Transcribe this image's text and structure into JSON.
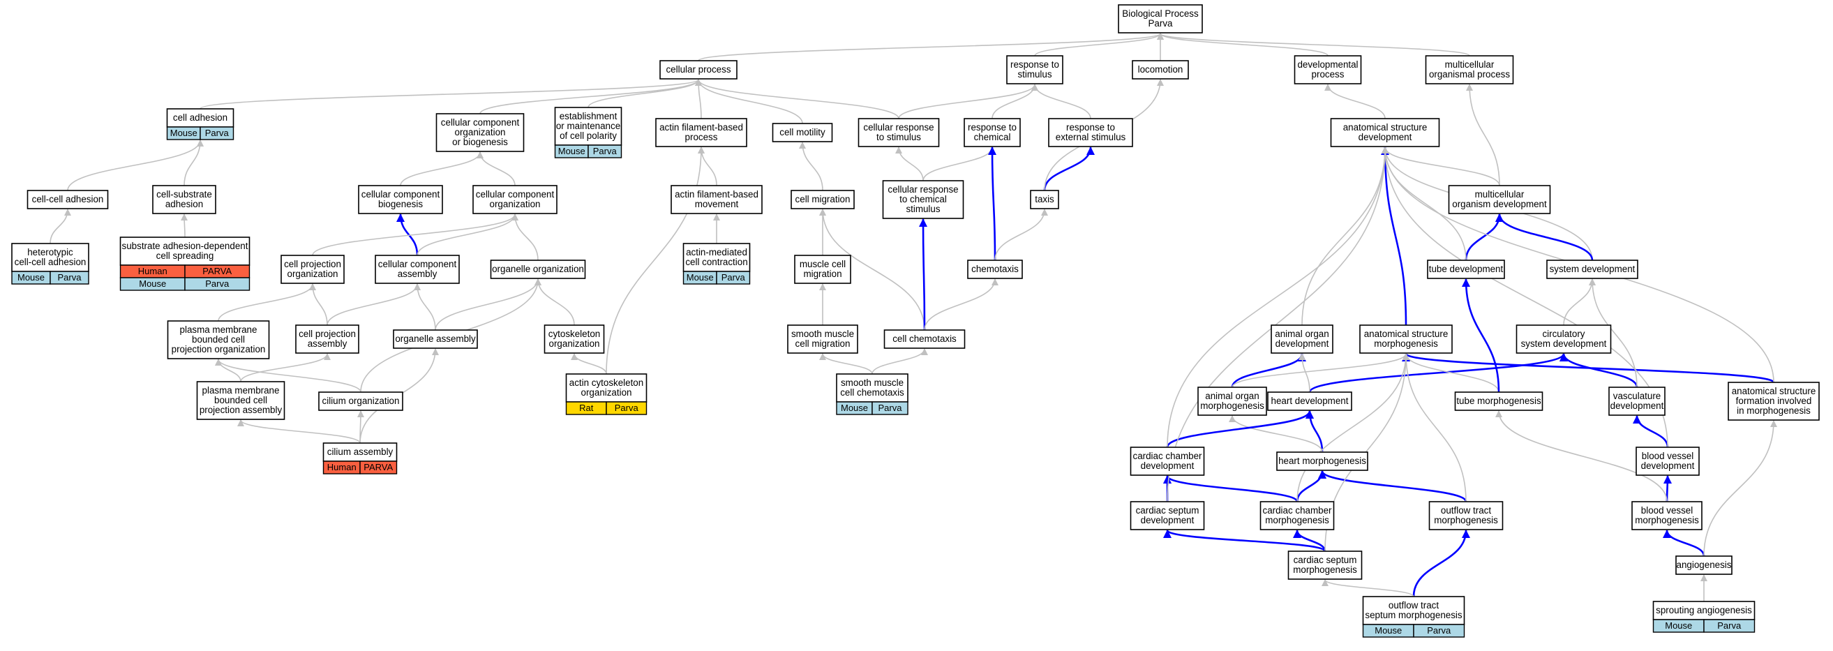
{
  "colors": {
    "mouse": "#add8e6",
    "human": "#fa6040",
    "rat": "#ffd700",
    "node_border": "#000000",
    "edge_gray": "#c0c0c0",
    "edge_blue": "#0000ff"
  },
  "nodes": [
    {
      "id": "root",
      "lines": [
        "Biological Process",
        "Parva"
      ]
    },
    {
      "id": "cellular_process",
      "lines": [
        "cellular process"
      ]
    },
    {
      "id": "response_to_stimulus",
      "lines": [
        "response to",
        "stimulus"
      ]
    },
    {
      "id": "locomotion",
      "lines": [
        "locomotion"
      ]
    },
    {
      "id": "developmental_process",
      "lines": [
        "developmental",
        "process"
      ]
    },
    {
      "id": "multicellular_organismal_process",
      "lines": [
        "multicellular",
        "organismal process"
      ]
    },
    {
      "id": "cell_adhesion",
      "lines": [
        "cell adhesion"
      ],
      "annot": [
        [
          {
            "t": "Mouse",
            "c": "mouse"
          },
          {
            "t": "Parva",
            "c": "mouse"
          }
        ]
      ]
    },
    {
      "id": "ccob",
      "lines": [
        "cellular component",
        "organization",
        "or biogenesis"
      ]
    },
    {
      "id": "est_cell_polarity",
      "lines": [
        "establishment",
        "or maintenance",
        "of cell polarity"
      ],
      "annot": [
        [
          {
            "t": "Mouse",
            "c": "mouse"
          },
          {
            "t": "Parva",
            "c": "mouse"
          }
        ]
      ]
    },
    {
      "id": "actin_filament_process",
      "lines": [
        "actin filament-based",
        "process"
      ]
    },
    {
      "id": "cell_motility",
      "lines": [
        "cell motility"
      ]
    },
    {
      "id": "cellular_response_stimulus",
      "lines": [
        "cellular response",
        "to stimulus"
      ]
    },
    {
      "id": "response_chemical",
      "lines": [
        "response to",
        "chemical"
      ]
    },
    {
      "id": "response_external",
      "lines": [
        "response to",
        "external stimulus"
      ]
    },
    {
      "id": "asd",
      "lines": [
        "anatomical structure",
        "development"
      ]
    },
    {
      "id": "cell_cell_adhesion",
      "lines": [
        "cell-cell adhesion"
      ]
    },
    {
      "id": "cell_substrate_adhesion",
      "lines": [
        "cell-substrate",
        "adhesion"
      ]
    },
    {
      "id": "cc_biogenesis",
      "lines": [
        "cellular component",
        "biogenesis"
      ]
    },
    {
      "id": "cc_organization",
      "lines": [
        "cellular component",
        "organization"
      ]
    },
    {
      "id": "actin_movement",
      "lines": [
        "actin filament-based",
        "movement"
      ]
    },
    {
      "id": "cell_migration",
      "lines": [
        "cell migration"
      ]
    },
    {
      "id": "cr_chemical",
      "lines": [
        "cellular response",
        "to chemical",
        "stimulus"
      ]
    },
    {
      "id": "taxis",
      "lines": [
        "taxis"
      ]
    },
    {
      "id": "multicellular_dev",
      "lines": [
        "multicellular",
        "organism development"
      ]
    },
    {
      "id": "heterotypic",
      "lines": [
        "heterotypic",
        "cell-cell adhesion"
      ],
      "annot": [
        [
          {
            "t": "Mouse",
            "c": "mouse"
          },
          {
            "t": "Parva",
            "c": "mouse"
          }
        ]
      ]
    },
    {
      "id": "substrate_spreading",
      "lines": [
        "substrate adhesion-dependent",
        "cell spreading"
      ],
      "annot": [
        [
          {
            "t": "Human",
            "c": "human"
          },
          {
            "t": "PARVA",
            "c": "human"
          }
        ],
        [
          {
            "t": "Mouse",
            "c": "mouse"
          },
          {
            "t": "Parva",
            "c": "mouse"
          }
        ]
      ]
    },
    {
      "id": "cell_projection_org",
      "lines": [
        "cell projection",
        "organization"
      ]
    },
    {
      "id": "cc_assembly",
      "lines": [
        "cellular component",
        "assembly"
      ]
    },
    {
      "id": "organelle_org",
      "lines": [
        "organelle organization"
      ]
    },
    {
      "id": "actin_contraction",
      "lines": [
        "actin-mediated",
        "cell contraction"
      ],
      "annot": [
        [
          {
            "t": "Mouse",
            "c": "mouse"
          },
          {
            "t": "Parva",
            "c": "mouse"
          }
        ]
      ]
    },
    {
      "id": "muscle_migration",
      "lines": [
        "muscle cell",
        "migration"
      ]
    },
    {
      "id": "chemotaxis",
      "lines": [
        "chemotaxis"
      ]
    },
    {
      "id": "tube_dev",
      "lines": [
        "tube development"
      ]
    },
    {
      "id": "system_dev",
      "lines": [
        "system development"
      ]
    },
    {
      "id": "pm_proj_org",
      "lines": [
        "plasma membrane",
        "bounded cell",
        "projection organization"
      ]
    },
    {
      "id": "cell_proj_assembly",
      "lines": [
        "cell projection",
        "assembly"
      ]
    },
    {
      "id": "organelle_assembly",
      "lines": [
        "organelle assembly"
      ]
    },
    {
      "id": "cytoskeleton_org",
      "lines": [
        "cytoskeleton",
        "organization"
      ]
    },
    {
      "id": "smooth_muscle_migration",
      "lines": [
        "smooth muscle",
        "cell migration"
      ]
    },
    {
      "id": "cell_chemotaxis",
      "lines": [
        "cell chemotaxis"
      ]
    },
    {
      "id": "animal_organ_dev",
      "lines": [
        "animal organ",
        "development"
      ]
    },
    {
      "id": "asm",
      "lines": [
        "anatomical structure",
        "morphogenesis"
      ]
    },
    {
      "id": "circulatory_dev",
      "lines": [
        "circulatory",
        "system development"
      ]
    },
    {
      "id": "pm_proj_assembly",
      "lines": [
        "plasma membrane",
        "bounded cell",
        "projection assembly"
      ]
    },
    {
      "id": "cilium_org",
      "lines": [
        "cilium organization"
      ]
    },
    {
      "id": "actin_cyto_org",
      "lines": [
        "actin cytoskeleton",
        "organization"
      ],
      "annot": [
        [
          {
            "t": "Rat",
            "c": "rat"
          },
          {
            "t": "Parva",
            "c": "rat"
          }
        ]
      ]
    },
    {
      "id": "smooth_muscle_chemotaxis",
      "lines": [
        "smooth muscle",
        "cell chemotaxis"
      ],
      "annot": [
        [
          {
            "t": "Mouse",
            "c": "mouse"
          },
          {
            "t": "Parva",
            "c": "mouse"
          }
        ]
      ]
    },
    {
      "id": "animal_organ_morph",
      "lines": [
        "animal organ",
        "morphogenesis"
      ]
    },
    {
      "id": "heart_dev",
      "lines": [
        "heart development"
      ]
    },
    {
      "id": "tube_morph",
      "lines": [
        "tube morphogenesis"
      ]
    },
    {
      "id": "vasculature_dev",
      "lines": [
        "vasculature",
        "development"
      ]
    },
    {
      "id": "asf_morph",
      "lines": [
        "anatomical structure",
        "formation involved",
        "in morphogenesis"
      ]
    },
    {
      "id": "cilium_assembly",
      "lines": [
        "cilium assembly"
      ],
      "annot": [
        [
          {
            "t": "Human",
            "c": "human"
          },
          {
            "t": "PARVA",
            "c": "human"
          }
        ]
      ]
    },
    {
      "id": "cardiac_chamber_dev",
      "lines": [
        "cardiac chamber",
        "development"
      ]
    },
    {
      "id": "heart_morph",
      "lines": [
        "heart morphogenesis"
      ]
    },
    {
      "id": "blood_vessel_dev",
      "lines": [
        "blood vessel",
        "development"
      ]
    },
    {
      "id": "cardiac_septum_dev",
      "lines": [
        "cardiac septum",
        "development"
      ]
    },
    {
      "id": "cardiac_chamber_morph",
      "lines": [
        "cardiac chamber",
        "morphogenesis"
      ]
    },
    {
      "id": "outflow_tract_morph",
      "lines": [
        "outflow tract",
        "morphogenesis"
      ]
    },
    {
      "id": "blood_vessel_morph",
      "lines": [
        "blood vessel",
        "morphogenesis"
      ]
    },
    {
      "id": "cardiac_septum_morph",
      "lines": [
        "cardiac septum",
        "morphogenesis"
      ]
    },
    {
      "id": "angiogenesis",
      "lines": [
        "angiogenesis"
      ]
    },
    {
      "id": "outflow_tract_septum",
      "lines": [
        "outflow tract",
        "septum morphogenesis"
      ],
      "annot": [
        [
          {
            "t": "Mouse",
            "c": "mouse"
          },
          {
            "t": "Parva",
            "c": "mouse"
          }
        ]
      ]
    },
    {
      "id": "sprouting_angiogenesis",
      "lines": [
        "sprouting angiogenesis"
      ],
      "annot": [
        [
          {
            "t": "Mouse",
            "c": "mouse"
          },
          {
            "t": "Parva",
            "c": "mouse"
          }
        ]
      ]
    }
  ],
  "edges": [
    [
      "cellular_process",
      "root",
      "gray"
    ],
    [
      "response_to_stimulus",
      "root",
      "gray"
    ],
    [
      "locomotion",
      "root",
      "gray"
    ],
    [
      "developmental_process",
      "root",
      "gray"
    ],
    [
      "multicellular_organismal_process",
      "root",
      "gray"
    ],
    [
      "cell_adhesion",
      "cellular_process",
      "gray"
    ],
    [
      "ccob",
      "cellular_process",
      "gray"
    ],
    [
      "est_cell_polarity",
      "cellular_process",
      "gray"
    ],
    [
      "actin_filament_process",
      "cellular_process",
      "gray"
    ],
    [
      "cell_motility",
      "cellular_process",
      "gray"
    ],
    [
      "cellular_response_stimulus",
      "cellular_process",
      "gray"
    ],
    [
      "cellular_response_stimulus",
      "response_to_stimulus",
      "gray"
    ],
    [
      "response_chemical",
      "response_to_stimulus",
      "gray"
    ],
    [
      "response_external",
      "response_to_stimulus",
      "gray"
    ],
    [
      "asd",
      "developmental_process",
      "gray"
    ],
    [
      "multicellular_dev",
      "multicellular_organismal_process",
      "gray"
    ],
    [
      "system_dev",
      "asd",
      "gray"
    ],
    [
      "cell_cell_adhesion",
      "cell_adhesion",
      "gray"
    ],
    [
      "cell_substrate_adhesion",
      "cell_adhesion",
      "gray"
    ],
    [
      "heterotypic",
      "cell_cell_adhesion",
      "gray"
    ],
    [
      "substrate_spreading",
      "cell_substrate_adhesion",
      "gray"
    ],
    [
      "cc_biogenesis",
      "ccob",
      "gray"
    ],
    [
      "cc_organization",
      "ccob",
      "gray"
    ],
    [
      "cc_assembly",
      "cc_biogenesis",
      "blue"
    ],
    [
      "cc_assembly",
      "cc_organization",
      "gray"
    ],
    [
      "cell_projection_org",
      "cc_organization",
      "gray"
    ],
    [
      "organelle_org",
      "cc_organization",
      "gray"
    ],
    [
      "actin_movement",
      "actin_filament_process",
      "gray"
    ],
    [
      "actin_contraction",
      "actin_movement",
      "gray"
    ],
    [
      "cell_migration",
      "cell_motility",
      "gray"
    ],
    [
      "muscle_migration",
      "cell_migration",
      "gray"
    ],
    [
      "smooth_muscle_migration",
      "muscle_migration",
      "gray"
    ],
    [
      "cell_chemotaxis",
      "cell_migration",
      "gray"
    ],
    [
      "cr_chemical",
      "cellular_response_stimulus",
      "gray"
    ],
    [
      "cr_chemical",
      "response_chemical",
      "gray"
    ],
    [
      "chemotaxis",
      "response_chemical",
      "blue"
    ],
    [
      "taxis",
      "response_external",
      "blue"
    ],
    [
      "cell_chemotaxis",
      "cr_chemical",
      "blue"
    ],
    [
      "chemotaxis",
      "taxis",
      "gray"
    ],
    [
      "cell_chemotaxis",
      "chemotaxis",
      "gray"
    ],
    [
      "taxis",
      "locomotion",
      "gray"
    ],
    [
      "smooth_muscle_chemotaxis",
      "smooth_muscle_migration",
      "gray"
    ],
    [
      "smooth_muscle_chemotaxis",
      "cell_chemotaxis",
      "gray"
    ],
    [
      "pm_proj_org",
      "cell_projection_org",
      "gray"
    ],
    [
      "cell_proj_assembly",
      "cell_projection_org",
      "gray"
    ],
    [
      "cell_proj_assembly",
      "cc_assembly",
      "gray"
    ],
    [
      "organelle_assembly",
      "cc_assembly",
      "gray"
    ],
    [
      "organelle_assembly",
      "organelle_org",
      "gray"
    ],
    [
      "cytoskeleton_org",
      "organelle_org",
      "gray"
    ],
    [
      "cilium_org",
      "organelle_org",
      "gray"
    ],
    [
      "actin_cyto_org",
      "cytoskeleton_org",
      "gray"
    ],
    [
      "actin_cyto_org",
      "actin_filament_process",
      "gray"
    ],
    [
      "pm_proj_assembly",
      "pm_proj_org",
      "gray"
    ],
    [
      "pm_proj_assembly",
      "cell_proj_assembly",
      "gray"
    ],
    [
      "cilium_org",
      "pm_proj_org",
      "gray"
    ],
    [
      "cilium_assembly",
      "pm_proj_assembly",
      "gray"
    ],
    [
      "cilium_assembly",
      "cilium_org",
      "gray"
    ],
    [
      "cilium_assembly",
      "organelle_assembly",
      "gray"
    ],
    [
      "multicellular_dev",
      "asd",
      "gray"
    ],
    [
      "tube_dev",
      "multicellular_dev",
      "blue"
    ],
    [
      "system_dev",
      "multicellular_dev",
      "blue"
    ],
    [
      "tube_dev",
      "asd",
      "gray"
    ],
    [
      "animal_organ_dev",
      "asd",
      "gray"
    ],
    [
      "asm",
      "asd",
      "blue"
    ],
    [
      "circulatory_dev",
      "system_dev",
      "gray"
    ],
    [
      "animal_organ_morph",
      "animal_organ_dev",
      "blue"
    ],
    [
      "animal_organ_morph",
      "asm",
      "gray"
    ],
    [
      "heart_dev",
      "circulatory_dev",
      "blue"
    ],
    [
      "heart_dev",
      "animal_organ_dev",
      "gray"
    ],
    [
      "tube_morph",
      "asm",
      "gray"
    ],
    [
      "tube_morph",
      "tube_dev",
      "blue"
    ],
    [
      "vasculature_dev",
      "circulatory_dev",
      "blue"
    ],
    [
      "vasculature_dev",
      "system_dev",
      "gray"
    ],
    [
      "asf_morph",
      "asm",
      "blue"
    ],
    [
      "asf_morph",
      "asd",
      "gray"
    ],
    [
      "heart_morph",
      "heart_dev",
      "blue"
    ],
    [
      "heart_morph",
      "animal_organ_morph",
      "gray"
    ],
    [
      "cardiac_chamber_dev",
      "heart_dev",
      "blue"
    ],
    [
      "cardiac_chamber_dev",
      "asd",
      "gray"
    ],
    [
      "cardiac_septum_dev",
      "cardiac_chamber_dev",
      "blue"
    ],
    [
      "cardiac_chamber_morph",
      "cardiac_chamber_dev",
      "blue"
    ],
    [
      "cardiac_chamber_morph",
      "heart_morph",
      "blue"
    ],
    [
      "cardiac_chamber_morph",
      "asm",
      "gray"
    ],
    [
      "outflow_tract_morph",
      "heart_morph",
      "blue"
    ],
    [
      "outflow_tract_morph",
      "asm",
      "gray"
    ],
    [
      "cardiac_septum_morph",
      "cardiac_chamber_morph",
      "blue"
    ],
    [
      "cardiac_septum_morph",
      "cardiac_septum_dev",
      "blue"
    ],
    [
      "cardiac_septum_morph",
      "asm",
      "gray"
    ],
    [
      "outflow_tract_septum",
      "outflow_tract_morph",
      "blue"
    ],
    [
      "outflow_tract_septum",
      "cardiac_septum_morph",
      "gray"
    ],
    [
      "blood_vessel_dev",
      "vasculature_dev",
      "blue"
    ],
    [
      "blood_vessel_dev",
      "asd",
      "gray"
    ],
    [
      "blood_vessel_morph",
      "blood_vessel_dev",
      "blue"
    ],
    [
      "blood_vessel_morph",
      "tube_morph",
      "gray"
    ],
    [
      "angiogenesis",
      "blood_vessel_morph",
      "blue"
    ],
    [
      "angiogenesis",
      "asf_morph",
      "gray"
    ],
    [
      "sprouting_angiogenesis",
      "angiogenesis",
      "gray"
    ],
    [
      "cardiac_septum_dev",
      "asd",
      "gray"
    ]
  ]
}
